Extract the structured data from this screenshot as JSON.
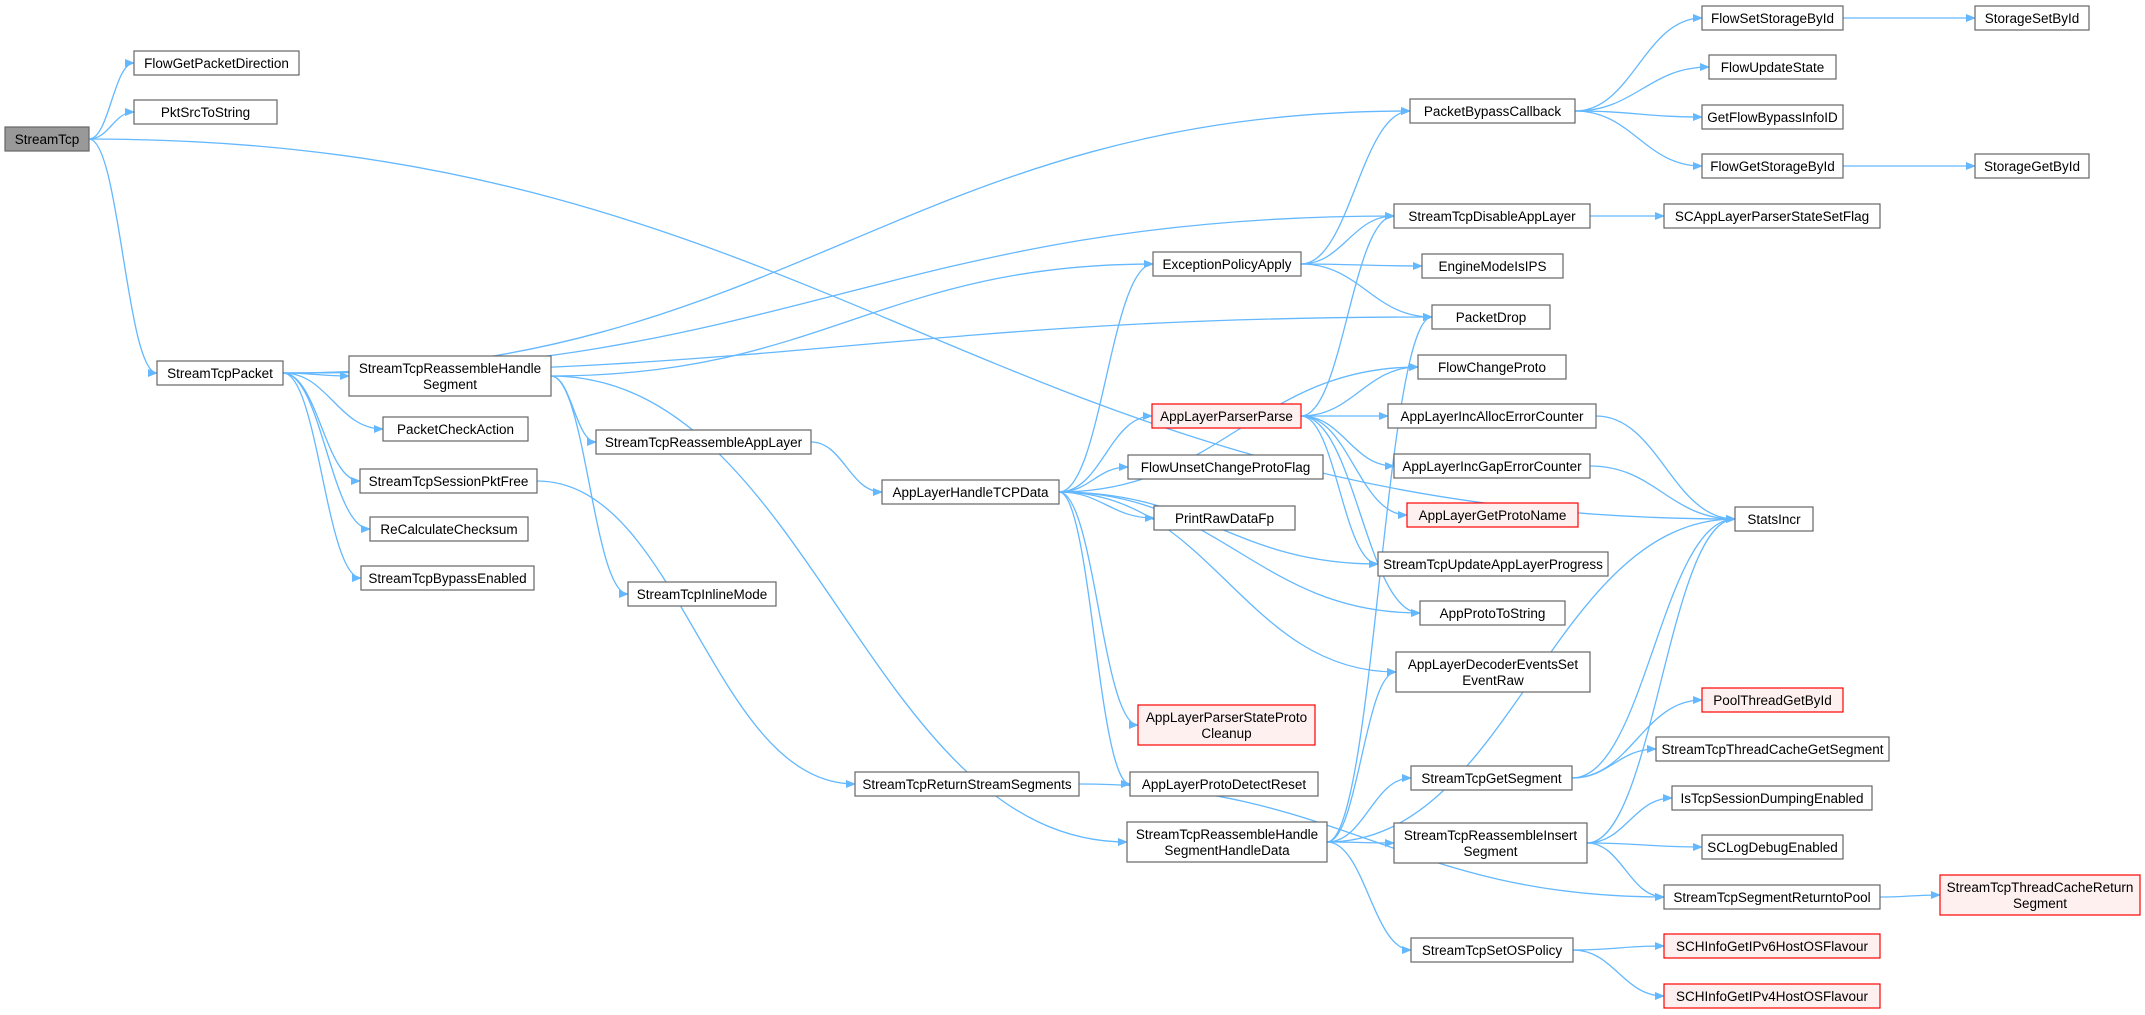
{
  "colors": {
    "edge": "#63b8ff",
    "node_border": "#666666",
    "node_fill": "#ffffff",
    "root_fill": "#999999",
    "root_border": "#666666",
    "linked_border": "#ff0000",
    "linked_fill": "#fff0f0"
  },
  "nodes": [
    {
      "id": "StreamTcp",
      "lines": [
        "StreamTcp"
      ],
      "kind": "root"
    },
    {
      "id": "FlowGetPacketDirection",
      "lines": [
        "FlowGetPacketDirection"
      ],
      "kind": "normal"
    },
    {
      "id": "PktSrcToString",
      "lines": [
        "PktSrcToString"
      ],
      "kind": "normal"
    },
    {
      "id": "StreamTcpPacket",
      "lines": [
        "StreamTcpPacket"
      ],
      "kind": "normal"
    },
    {
      "id": "StreamTcpReassembleHandleSegment",
      "lines": [
        "StreamTcpReassembleHandle",
        "Segment"
      ],
      "kind": "normal"
    },
    {
      "id": "PacketCheckAction",
      "lines": [
        "PacketCheckAction"
      ],
      "kind": "normal"
    },
    {
      "id": "StreamTcpSessionPktFree",
      "lines": [
        "StreamTcpSessionPktFree"
      ],
      "kind": "normal"
    },
    {
      "id": "ReCalculateChecksum",
      "lines": [
        "ReCalculateChecksum"
      ],
      "kind": "normal"
    },
    {
      "id": "StreamTcpBypassEnabled",
      "lines": [
        "StreamTcpBypassEnabled"
      ],
      "kind": "normal"
    },
    {
      "id": "StreamTcpReassembleAppLayer",
      "lines": [
        "StreamTcpReassembleAppLayer"
      ],
      "kind": "normal"
    },
    {
      "id": "StreamTcpInlineMode",
      "lines": [
        "StreamTcpInlineMode"
      ],
      "kind": "normal"
    },
    {
      "id": "StreamTcpReturnStreamSegments",
      "lines": [
        "StreamTcpReturnStreamSegments"
      ],
      "kind": "normal"
    },
    {
      "id": "AppLayerHandleTCPData",
      "lines": [
        "AppLayerHandleTCPData"
      ],
      "kind": "normal"
    },
    {
      "id": "ExceptionPolicyApply",
      "lines": [
        "ExceptionPolicyApply"
      ],
      "kind": "normal"
    },
    {
      "id": "AppLayerParserParse",
      "lines": [
        "AppLayerParserParse"
      ],
      "kind": "linked"
    },
    {
      "id": "FlowUnsetChangeProtoFlag",
      "lines": [
        "FlowUnsetChangeProtoFlag"
      ],
      "kind": "normal"
    },
    {
      "id": "PrintRawDataFp",
      "lines": [
        "PrintRawDataFp"
      ],
      "kind": "normal"
    },
    {
      "id": "AppLayerParserStateProtoCleanup",
      "lines": [
        "AppLayerParserStateProto",
        "Cleanup"
      ],
      "kind": "linked"
    },
    {
      "id": "AppLayerProtoDetectReset",
      "lines": [
        "AppLayerProtoDetectReset"
      ],
      "kind": "normal"
    },
    {
      "id": "StreamTcpReassembleHandleSegmentHandleData",
      "lines": [
        "StreamTcpReassembleHandle",
        "SegmentHandleData"
      ],
      "kind": "normal"
    },
    {
      "id": "PacketBypassCallback",
      "lines": [
        "PacketBypassCallback"
      ],
      "kind": "normal"
    },
    {
      "id": "StreamTcpDisableAppLayer",
      "lines": [
        "StreamTcpDisableAppLayer"
      ],
      "kind": "normal"
    },
    {
      "id": "EngineModeIsIPS",
      "lines": [
        "EngineModeIsIPS"
      ],
      "kind": "normal"
    },
    {
      "id": "PacketDrop",
      "lines": [
        "PacketDrop"
      ],
      "kind": "normal"
    },
    {
      "id": "FlowChangeProto",
      "lines": [
        "FlowChangeProto"
      ],
      "kind": "normal"
    },
    {
      "id": "AppLayerIncAllocErrorCounter",
      "lines": [
        "AppLayerIncAllocErrorCounter"
      ],
      "kind": "normal"
    },
    {
      "id": "AppLayerIncGapErrorCounter",
      "lines": [
        "AppLayerIncGapErrorCounter"
      ],
      "kind": "normal"
    },
    {
      "id": "AppLayerGetProtoName",
      "lines": [
        "AppLayerGetProtoName"
      ],
      "kind": "linked"
    },
    {
      "id": "StreamTcpUpdateAppLayerProgress",
      "lines": [
        "StreamTcpUpdateAppLayerProgress"
      ],
      "kind": "normal"
    },
    {
      "id": "AppProtoToString",
      "lines": [
        "AppProtoToString"
      ],
      "kind": "normal"
    },
    {
      "id": "AppLayerDecoderEventsSetEventRaw",
      "lines": [
        "AppLayerDecoderEventsSet",
        "EventRaw"
      ],
      "kind": "normal"
    },
    {
      "id": "StreamTcpGetSegment",
      "lines": [
        "StreamTcpGetSegment"
      ],
      "kind": "normal"
    },
    {
      "id": "StreamTcpReassembleInsertSegment",
      "lines": [
        "StreamTcpReassembleInsert",
        "Segment"
      ],
      "kind": "normal"
    },
    {
      "id": "StreamTcpSetOSPolicy",
      "lines": [
        "StreamTcpSetOSPolicy"
      ],
      "kind": "normal"
    },
    {
      "id": "FlowSetStorageById",
      "lines": [
        "FlowSetStorageById"
      ],
      "kind": "normal"
    },
    {
      "id": "FlowUpdateState",
      "lines": [
        "FlowUpdateState"
      ],
      "kind": "normal"
    },
    {
      "id": "GetFlowBypassInfoID",
      "lines": [
        "GetFlowBypassInfoID"
      ],
      "kind": "normal"
    },
    {
      "id": "FlowGetStorageById",
      "lines": [
        "FlowGetStorageById"
      ],
      "kind": "normal"
    },
    {
      "id": "SCAppLayerParserStateSetFlag",
      "lines": [
        "SCAppLayerParserStateSetFlag"
      ],
      "kind": "normal"
    },
    {
      "id": "PoolThreadGetById",
      "lines": [
        "PoolThreadGetById"
      ],
      "kind": "linked"
    },
    {
      "id": "StreamTcpThreadCacheGetSegment",
      "lines": [
        "StreamTcpThreadCacheGetSegment"
      ],
      "kind": "normal"
    },
    {
      "id": "IsTcpSessionDumpingEnabled",
      "lines": [
        "IsTcpSessionDumpingEnabled"
      ],
      "kind": "normal"
    },
    {
      "id": "SCLogDebugEnabled",
      "lines": [
        "SCLogDebugEnabled"
      ],
      "kind": "normal"
    },
    {
      "id": "StreamTcpSegmentReturntoPool",
      "lines": [
        "StreamTcpSegmentReturntoPool"
      ],
      "kind": "normal"
    },
    {
      "id": "SCHInfoGetIPv6HostOSFlavour",
      "lines": [
        "SCHInfoGetIPv6HostOSFlavour"
      ],
      "kind": "linked"
    },
    {
      "id": "SCHInfoGetIPv4HostOSFlavour",
      "lines": [
        "SCHInfoGetIPv4HostOSFlavour"
      ],
      "kind": "linked"
    },
    {
      "id": "StorageSetById",
      "lines": [
        "StorageSetById"
      ],
      "kind": "normal"
    },
    {
      "id": "StorageGetById",
      "lines": [
        "StorageGetById"
      ],
      "kind": "normal"
    },
    {
      "id": "StatsIncr",
      "lines": [
        "StatsIncr"
      ],
      "kind": "normal"
    },
    {
      "id": "StreamTcpThreadCacheReturnSegment",
      "lines": [
        "StreamTcpThreadCacheReturn",
        "Segment"
      ],
      "kind": "linked"
    }
  ],
  "edges": [
    [
      "StreamTcp",
      "FlowGetPacketDirection"
    ],
    [
      "StreamTcp",
      "PktSrcToString"
    ],
    [
      "StreamTcp",
      "StreamTcpPacket"
    ],
    [
      "StreamTcp",
      "StatsIncr"
    ],
    [
      "StreamTcpPacket",
      "PacketBypassCallback"
    ],
    [
      "StreamTcpPacket",
      "StreamTcpDisableAppLayer"
    ],
    [
      "StreamTcpPacket",
      "PacketDrop"
    ],
    [
      "StreamTcpPacket",
      "StreamTcpReassembleHandleSegment"
    ],
    [
      "StreamTcpPacket",
      "PacketCheckAction"
    ],
    [
      "StreamTcpPacket",
      "StreamTcpSessionPktFree"
    ],
    [
      "StreamTcpPacket",
      "ReCalculateChecksum"
    ],
    [
      "StreamTcpPacket",
      "StreamTcpBypassEnabled"
    ],
    [
      "StreamTcpReassembleHandleSegment",
      "ExceptionPolicyApply"
    ],
    [
      "StreamTcpReassembleHandleSegment",
      "StreamTcpReassembleAppLayer"
    ],
    [
      "StreamTcpReassembleHandleSegment",
      "StreamTcpInlineMode"
    ],
    [
      "StreamTcpReassembleHandleSegment",
      "StreamTcpReassembleHandleSegmentHandleData"
    ],
    [
      "StreamTcpSessionPktFree",
      "StreamTcpReturnStreamSegments"
    ],
    [
      "StreamTcpReassembleAppLayer",
      "AppLayerHandleTCPData"
    ],
    [
      "StreamTcpReturnStreamSegments",
      "StreamTcpSegmentReturntoPool"
    ],
    [
      "AppLayerHandleTCPData",
      "ExceptionPolicyApply"
    ],
    [
      "AppLayerHandleTCPData",
      "AppLayerParserParse"
    ],
    [
      "AppLayerHandleTCPData",
      "FlowChangeProto"
    ],
    [
      "AppLayerHandleTCPData",
      "FlowUnsetChangeProtoFlag"
    ],
    [
      "AppLayerHandleTCPData",
      "PrintRawDataFp"
    ],
    [
      "AppLayerHandleTCPData",
      "StreamTcpUpdateAppLayerProgress"
    ],
    [
      "AppLayerHandleTCPData",
      "AppProtoToString"
    ],
    [
      "AppLayerHandleTCPData",
      "AppLayerDecoderEventsSetEventRaw"
    ],
    [
      "AppLayerHandleTCPData",
      "AppLayerParserStateProtoCleanup"
    ],
    [
      "AppLayerHandleTCPData",
      "AppLayerProtoDetectReset"
    ],
    [
      "ExceptionPolicyApply",
      "PacketBypassCallback"
    ],
    [
      "ExceptionPolicyApply",
      "StreamTcpDisableAppLayer"
    ],
    [
      "ExceptionPolicyApply",
      "EngineModeIsIPS"
    ],
    [
      "ExceptionPolicyApply",
      "PacketDrop"
    ],
    [
      "AppLayerParserParse",
      "StreamTcpDisableAppLayer"
    ],
    [
      "AppLayerParserParse",
      "FlowChangeProto"
    ],
    [
      "AppLayerParserParse",
      "AppLayerIncAllocErrorCounter"
    ],
    [
      "AppLayerParserParse",
      "AppLayerIncGapErrorCounter"
    ],
    [
      "AppLayerParserParse",
      "AppLayerGetProtoName"
    ],
    [
      "AppLayerParserParse",
      "StreamTcpUpdateAppLayerProgress"
    ],
    [
      "AppLayerParserParse",
      "AppProtoToString"
    ],
    [
      "StreamTcpReassembleHandleSegmentHandleData",
      "PacketDrop"
    ],
    [
      "StreamTcpReassembleHandleSegmentHandleData",
      "AppLayerDecoderEventsSetEventRaw"
    ],
    [
      "StreamTcpReassembleHandleSegmentHandleData",
      "StatsIncr"
    ],
    [
      "StreamTcpReassembleHandleSegmentHandleData",
      "StreamTcpGetSegment"
    ],
    [
      "StreamTcpReassembleHandleSegmentHandleData",
      "StreamTcpReassembleInsertSegment"
    ],
    [
      "StreamTcpReassembleHandleSegmentHandleData",
      "StreamTcpSetOSPolicy"
    ],
    [
      "PacketBypassCallback",
      "FlowSetStorageById"
    ],
    [
      "PacketBypassCallback",
      "FlowUpdateState"
    ],
    [
      "PacketBypassCallback",
      "GetFlowBypassInfoID"
    ],
    [
      "PacketBypassCallback",
      "FlowGetStorageById"
    ],
    [
      "FlowSetStorageById",
      "StorageSetById"
    ],
    [
      "FlowGetStorageById",
      "StorageGetById"
    ],
    [
      "StreamTcpDisableAppLayer",
      "SCAppLayerParserStateSetFlag"
    ],
    [
      "AppLayerIncAllocErrorCounter",
      "StatsIncr"
    ],
    [
      "AppLayerIncGapErrorCounter",
      "StatsIncr"
    ],
    [
      "StreamTcpGetSegment",
      "StatsIncr"
    ],
    [
      "StreamTcpGetSegment",
      "PoolThreadGetById"
    ],
    [
      "StreamTcpGetSegment",
      "StreamTcpThreadCacheGetSegment"
    ],
    [
      "StreamTcpReassembleInsertSegment",
      "StatsIncr"
    ],
    [
      "StreamTcpReassembleInsertSegment",
      "IsTcpSessionDumpingEnabled"
    ],
    [
      "StreamTcpReassembleInsertSegment",
      "SCLogDebugEnabled"
    ],
    [
      "StreamTcpReassembleInsertSegment",
      "StreamTcpSegmentReturntoPool"
    ],
    [
      "StreamTcpSegmentReturntoPool",
      "StreamTcpThreadCacheReturnSegment"
    ],
    [
      "StreamTcpSetOSPolicy",
      "SCHInfoGetIPv6HostOSFlavour"
    ],
    [
      "StreamTcpSetOSPolicy",
      "SCHInfoGetIPv4HostOSFlavour"
    ]
  ]
}
